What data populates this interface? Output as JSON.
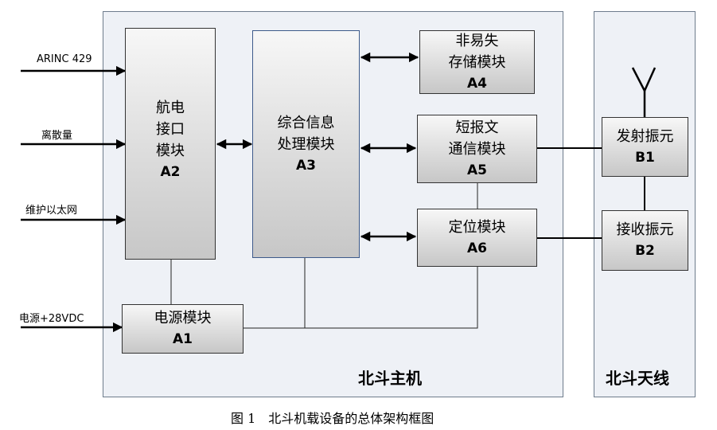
{
  "panels": {
    "host_title": "北斗主机",
    "antenna_title": "北斗天线"
  },
  "inputs": {
    "arinc": "ARINC 429",
    "discrete": "离散量",
    "ethernet": "维护以太网",
    "power": "电源+28VDC"
  },
  "modules": {
    "a1": {
      "name": "电源模块",
      "code": "A1"
    },
    "a2": {
      "line1": "航电",
      "line2": "接口",
      "line3": "模块",
      "code": "A2"
    },
    "a3": {
      "line1": "综合信息",
      "line2": "处理模块",
      "code": "A3"
    },
    "a4": {
      "line1": "非易失",
      "line2": "存储模块",
      "code": "A4"
    },
    "a5": {
      "line1": "短报文",
      "line2": "通信模块",
      "code": "A5"
    },
    "a6": {
      "name": "定位模块",
      "code": "A6"
    },
    "b1": {
      "name": "发射振元",
      "code": "B1"
    },
    "b2": {
      "name": "接收振元",
      "code": "B2"
    }
  },
  "caption": "图 1　北斗机载设备的总体架构框图"
}
